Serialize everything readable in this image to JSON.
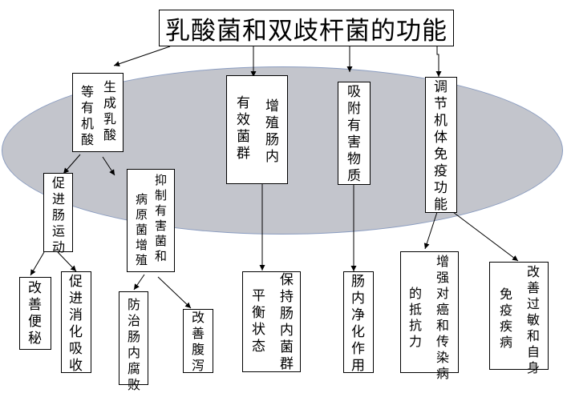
{
  "title": "乳酸菌和双歧杆菌的功能",
  "nodes": {
    "acid_col1": "生成乳酸",
    "acid_col2": "等有机酸",
    "motility": "促进肠运动",
    "inhibit_col1": "抑制有害菌和",
    "inhibit_col2": "病原菌增殖",
    "flora_col1": "增殖肠内",
    "flora_col2": "有效菌群",
    "adsorb": "吸附有害物质",
    "immune": "调节机体免疫功能",
    "constipation": "改善便秘",
    "digestion": "促进消化吸收",
    "putrefaction": "防治肠内腐败",
    "diarrhea": "改善腹泻",
    "balance_col1": "保持肠内菌群",
    "balance_col2": "平衡状态",
    "purify": "肠内净化作用",
    "cancer_col1": "增强对癌和传染病",
    "cancer_col2": "的抵抗力",
    "allergy_col1": "改善过敏和自身",
    "allergy_col2": "免疫疾病"
  }
}
